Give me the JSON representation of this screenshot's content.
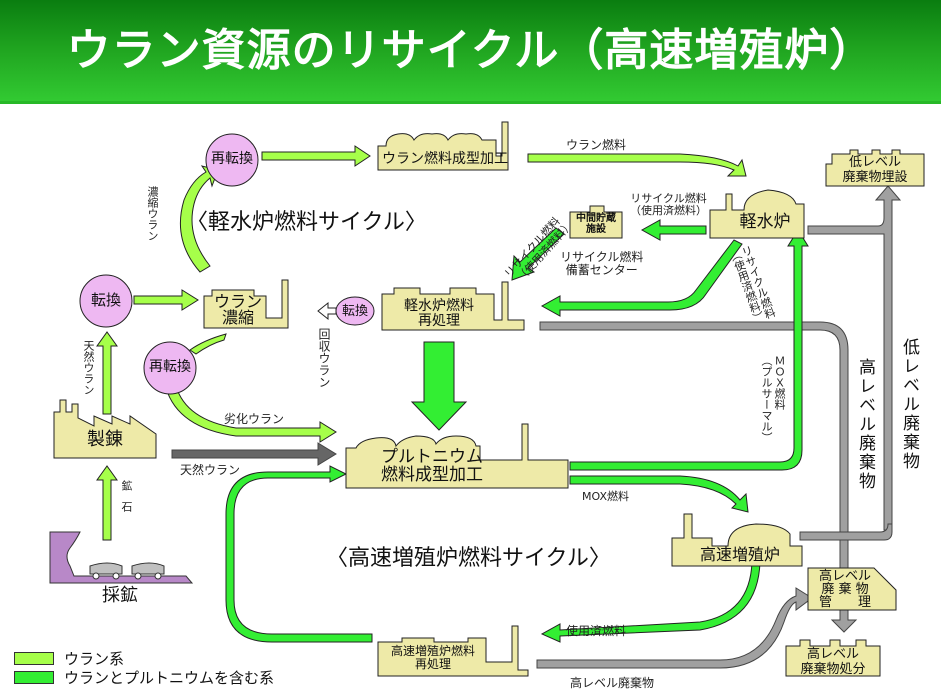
{
  "title": "ウラン資源のリサイクル（高速増殖炉）",
  "colors": {
    "uranium_flow": "#a6ff4a",
    "uranium_plutonium_flow": "#33ee33",
    "waste_flow": "#a0a0a0",
    "facility": "#eeeaa8",
    "conversion_node": "#eeb8f2",
    "mine": "#b888c8",
    "title_bg": "#1fa31f"
  },
  "cycles": {
    "light_water": "〈軽水炉燃料サイクル〉",
    "fast_breeder": "〈高速増殖炉燃料サイクル〉"
  },
  "facilities": {
    "uranium_fuel_fabrication": "ウラン燃料成型加工",
    "interim_storage": [
      "中間貯蔵",
      "施設"
    ],
    "lwr": "軽水炉",
    "low_level_burial": [
      "低レベル",
      "廃棄物埋設"
    ],
    "enrichment": [
      "ウラン",
      "濃縮"
    ],
    "lwr_reprocessing": [
      "軽水炉燃料",
      "再処理"
    ],
    "refining": "製錬",
    "mining": "採鉱",
    "pu_fabrication": [
      "プルトニウム",
      "燃料成型加工"
    ],
    "fbr": "高速増殖炉",
    "hlw_management": [
      "高レベル",
      "廃 棄 物",
      "管　　理"
    ],
    "fbr_reprocessing": [
      "高速増殖炉燃料",
      "再処理"
    ],
    "hlw_disposal": [
      "高レベル",
      "廃棄物処分"
    ]
  },
  "nodes": {
    "reconversion_top": "再転換",
    "conversion_left": "転換",
    "reconversion_mid": "再転換",
    "conversion_small": "転換"
  },
  "flow_labels": {
    "uranium_fuel": "ウラン燃料",
    "recycle_fuel_spent": [
      "リサイクル燃料",
      "（使用済燃料）"
    ],
    "recycle_fuel_spent_diag": [
      "リサイクル燃料",
      "（使用済燃料）"
    ],
    "recycle_storage_center": [
      "リサイクル燃料",
      "備蓄センター"
    ],
    "enriched_uranium": "濃縮ウラン",
    "recycle_fuel_spent_lwr": [
      "リサイクル燃料",
      "（使用済燃料）"
    ],
    "recovered_uranium": "回収ウラン",
    "natural_uranium_up": "天然ウラン",
    "depleted_uranium": "劣化ウラン",
    "natural_uranium": "天然ウラン",
    "mox_pluthermal": [
      "ＭＯＸ燃料",
      "（プルサーマル）"
    ],
    "mox_fuel": "MOX燃料",
    "ore": "鉱石",
    "spent_fuel": "使用済燃料",
    "hlw": "高レベル廃棄物",
    "hlw_vertical": "高レベル廃棄物",
    "llw_vertical": "低レベル廃棄物"
  },
  "legend": [
    {
      "label": "ウラン系",
      "color": "#a6ff4a"
    },
    {
      "label": "ウランとプルトニウムを含む系",
      "color": "#33ee33"
    }
  ]
}
